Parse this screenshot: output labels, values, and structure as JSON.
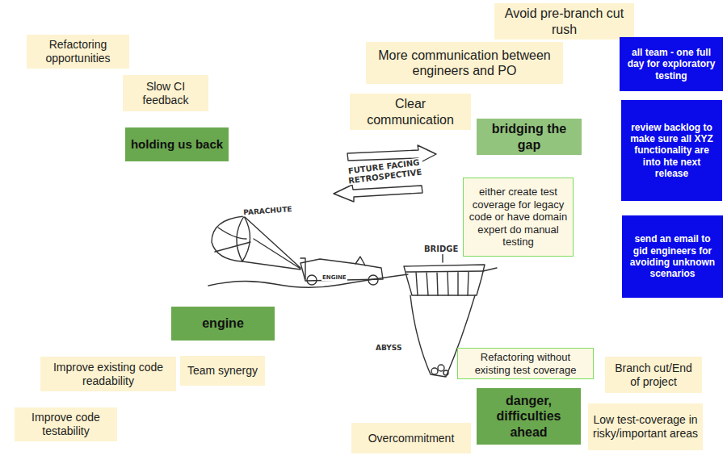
{
  "diagram": {
    "nodes": [
      {
        "text": [
          "Avoid pre-branch cut rush"
        ]
      },
      {
        "text": [
          "Refactoring opportunities"
        ]
      },
      {
        "text": [
          "all team - one full day for exploratory testing"
        ]
      },
      {
        "text": [
          "More communication between engineers and PO"
        ]
      },
      {
        "text": [
          "Slow CI feedback"
        ]
      },
      {
        "text": [
          "Clear communication"
        ]
      },
      {
        "text": [
          "review backlog to make sure all XYZ functionality are into hte next release"
        ]
      },
      {
        "text": [
          "bridging the gap"
        ]
      },
      {
        "text": [
          "holding us back"
        ]
      },
      {
        "text": [
          "either create test coverage for legacy code or have domain expert do manual testing"
        ]
      },
      {
        "text": [
          "send an email to gid engineers for avoiding unknown scenarios"
        ]
      },
      {
        "text": [
          "engine"
        ]
      },
      {
        "text": [
          "Team synergy"
        ]
      },
      {
        "text": [
          "Improve existing code readability"
        ]
      },
      {
        "text": [
          "Refactoring without existing test coverage"
        ]
      },
      {
        "text": [
          "Branch cut/End of project"
        ]
      },
      {
        "text": [
          "danger, difficulties ahead"
        ]
      },
      {
        "text": [
          "Improve code testability"
        ]
      },
      {
        "text": [
          "Low test-coverage in risky/important areas"
        ]
      },
      {
        "text": [
          "Overcommitment"
        ]
      }
    ],
    "labels": [
      "FUTURE FACING RETROSPECTIVE",
      "PARACHUTE",
      "ENGINE",
      "BRIDGE",
      "ABYSS"
    ]
  }
}
